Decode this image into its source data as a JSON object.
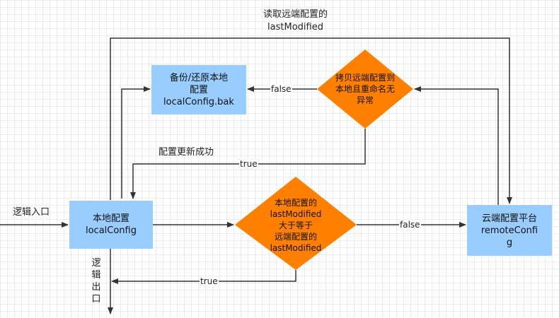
{
  "nodes": {
    "backup": {
      "lines": [
        "备份/还原本地",
        "配置",
        "localConfig.bak"
      ]
    },
    "copy_decision": {
      "lines": [
        "拷贝远端配置到",
        "本地且重命名无",
        "异常"
      ]
    },
    "local_config": {
      "lines": [
        "本地配置",
        "localConfig"
      ]
    },
    "compare_decision": {
      "lines": [
        "本地配置的",
        "lastModified",
        "大于等于",
        "远端配置的",
        "lastModified"
      ]
    },
    "remote_config": {
      "lines": [
        "云端配置平台",
        "remoteConfi",
        "g"
      ]
    }
  },
  "labels": {
    "read_remote": [
      "读取远端配置的",
      "lastModified"
    ],
    "false_backup": "false",
    "update_success": "配置更新成功",
    "true_update": "true",
    "logic_entry": "逻辑入口",
    "false_remote": "false",
    "true_exit": "true",
    "logic_exit": [
      "逻",
      "辑",
      "出",
      "口"
    ]
  },
  "colors": {
    "box_fill": "#99ccff",
    "diamond_fill": "#ff8000",
    "line": "#333333"
  }
}
